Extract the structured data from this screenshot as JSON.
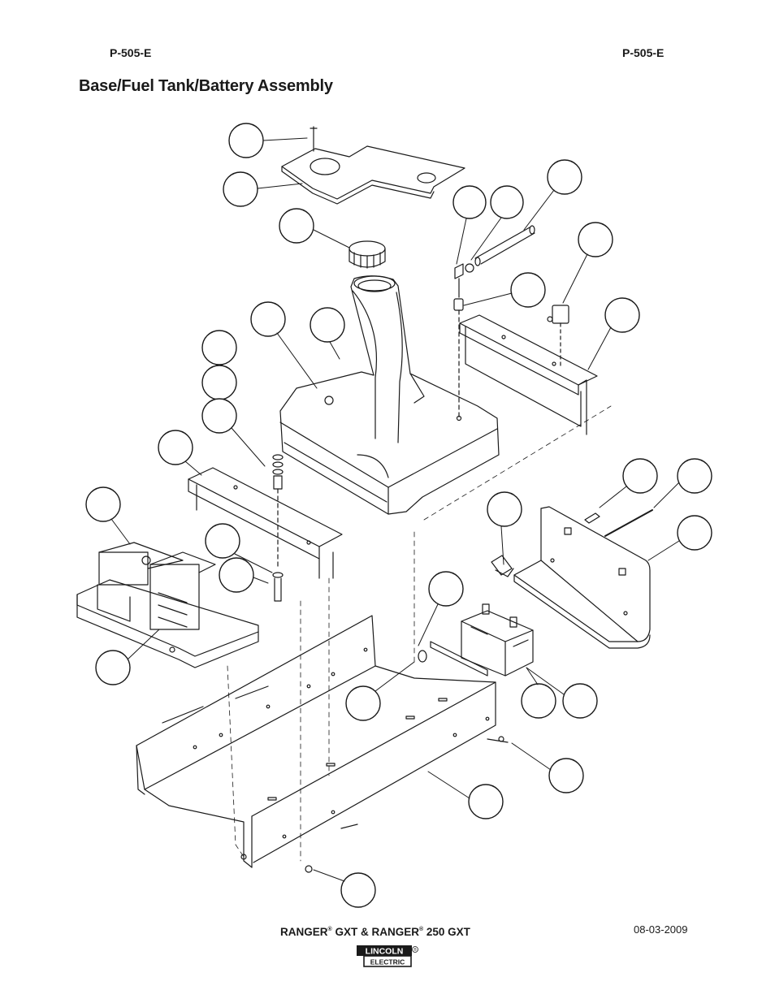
{
  "header": {
    "code_left": "P-505-E",
    "code_right": "P-505-E",
    "title": "Base/Fuel Tank/Battery Assembly"
  },
  "footer": {
    "brand_1": "RANGER",
    "brand_2": "GXT & RANGER",
    "brand_3": "250 GXT",
    "registered": "®",
    "date": "08-03-2009",
    "logo_top": "LINCOLN",
    "logo_bottom": "ELECTRIC"
  },
  "colors": {
    "ink": "#1a1a1a",
    "paper": "#ffffff"
  }
}
